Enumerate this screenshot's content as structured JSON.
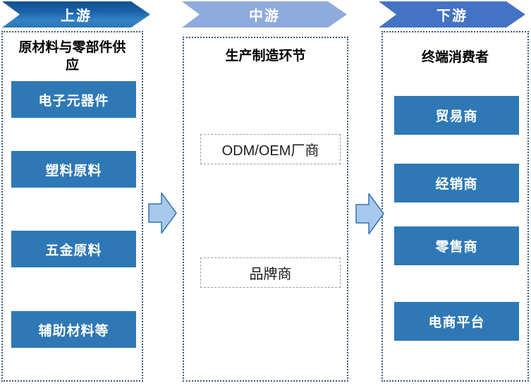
{
  "diagram": {
    "type": "industry-chain-flow",
    "stages": [
      {
        "id": "upstream",
        "header": "上游",
        "column_title": "原材料与零部件供应",
        "items": [
          "电子元器件",
          "塑料原料",
          "五金原料",
          "辅助材料等"
        ]
      },
      {
        "id": "midstream",
        "header": "中游",
        "column_title": "生产制造环节",
        "items": [
          "ODM/OEM厂商",
          "品牌商"
        ]
      },
      {
        "id": "downstream",
        "header": "下游",
        "column_title": "终端消费者",
        "items": [
          "贸易商",
          "经销商",
          "零售商",
          "电商平台"
        ]
      }
    ],
    "colors": {
      "upstream_header": "#15579B",
      "midstream_header": "#8FAADC",
      "downstream_header": "#4472C4",
      "item_box_fill": "#2E78B6",
      "item_box_text": "#FFFFFF",
      "arrow_fill": "#A9C7EB",
      "arrow_border": "#2E75B6",
      "column_border": "#3A5877",
      "plain_box_border": "#9E9E9E"
    }
  }
}
